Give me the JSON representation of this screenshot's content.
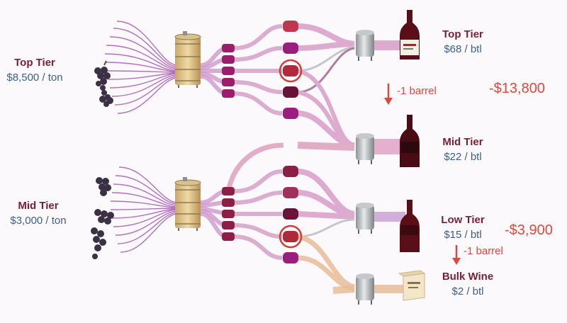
{
  "inputs": [
    {
      "tier": "Top Tier",
      "price": "$8,500 / ton"
    },
    {
      "tier": "Mid Tier",
      "price": "$3,000 / ton"
    }
  ],
  "outputs": [
    {
      "tier": "Top Tier",
      "price": "$68 / btl"
    },
    {
      "tier": "Mid Tier",
      "price": "$22 / btl"
    },
    {
      "tier": "Low Tier",
      "price": "$15 / btl"
    },
    {
      "tier": "Bulk Wine",
      "price": "$2 / btl"
    }
  ],
  "changes": [
    {
      "note": "-1 barrel",
      "loss": "-$13,800"
    },
    {
      "note": "-1 barrel",
      "loss": "-$3,900"
    }
  ],
  "colors": {
    "flow_top": "#c488c6",
    "flow_mid": "#dca0bd",
    "flow_low": "#caa2d4",
    "flow_bulk": "#e8bc98",
    "barrel_top": "#c0364f",
    "barrel_mid": "#8c1f45",
    "barrel_purple": "#9a1e80",
    "barrel_dark": "#6b1238",
    "highlight_ring": "#d43b32",
    "tier_label": "#7a1f33",
    "price_label": "#3b5f8f",
    "loss_text": "#e0483b"
  },
  "icons": [
    "grape-cluster-icon",
    "fermentation-vat-icon",
    "barrel-icon",
    "steel-tank-icon",
    "wine-bottle-icon",
    "bag-in-box-icon",
    "down-arrow-icon"
  ]
}
